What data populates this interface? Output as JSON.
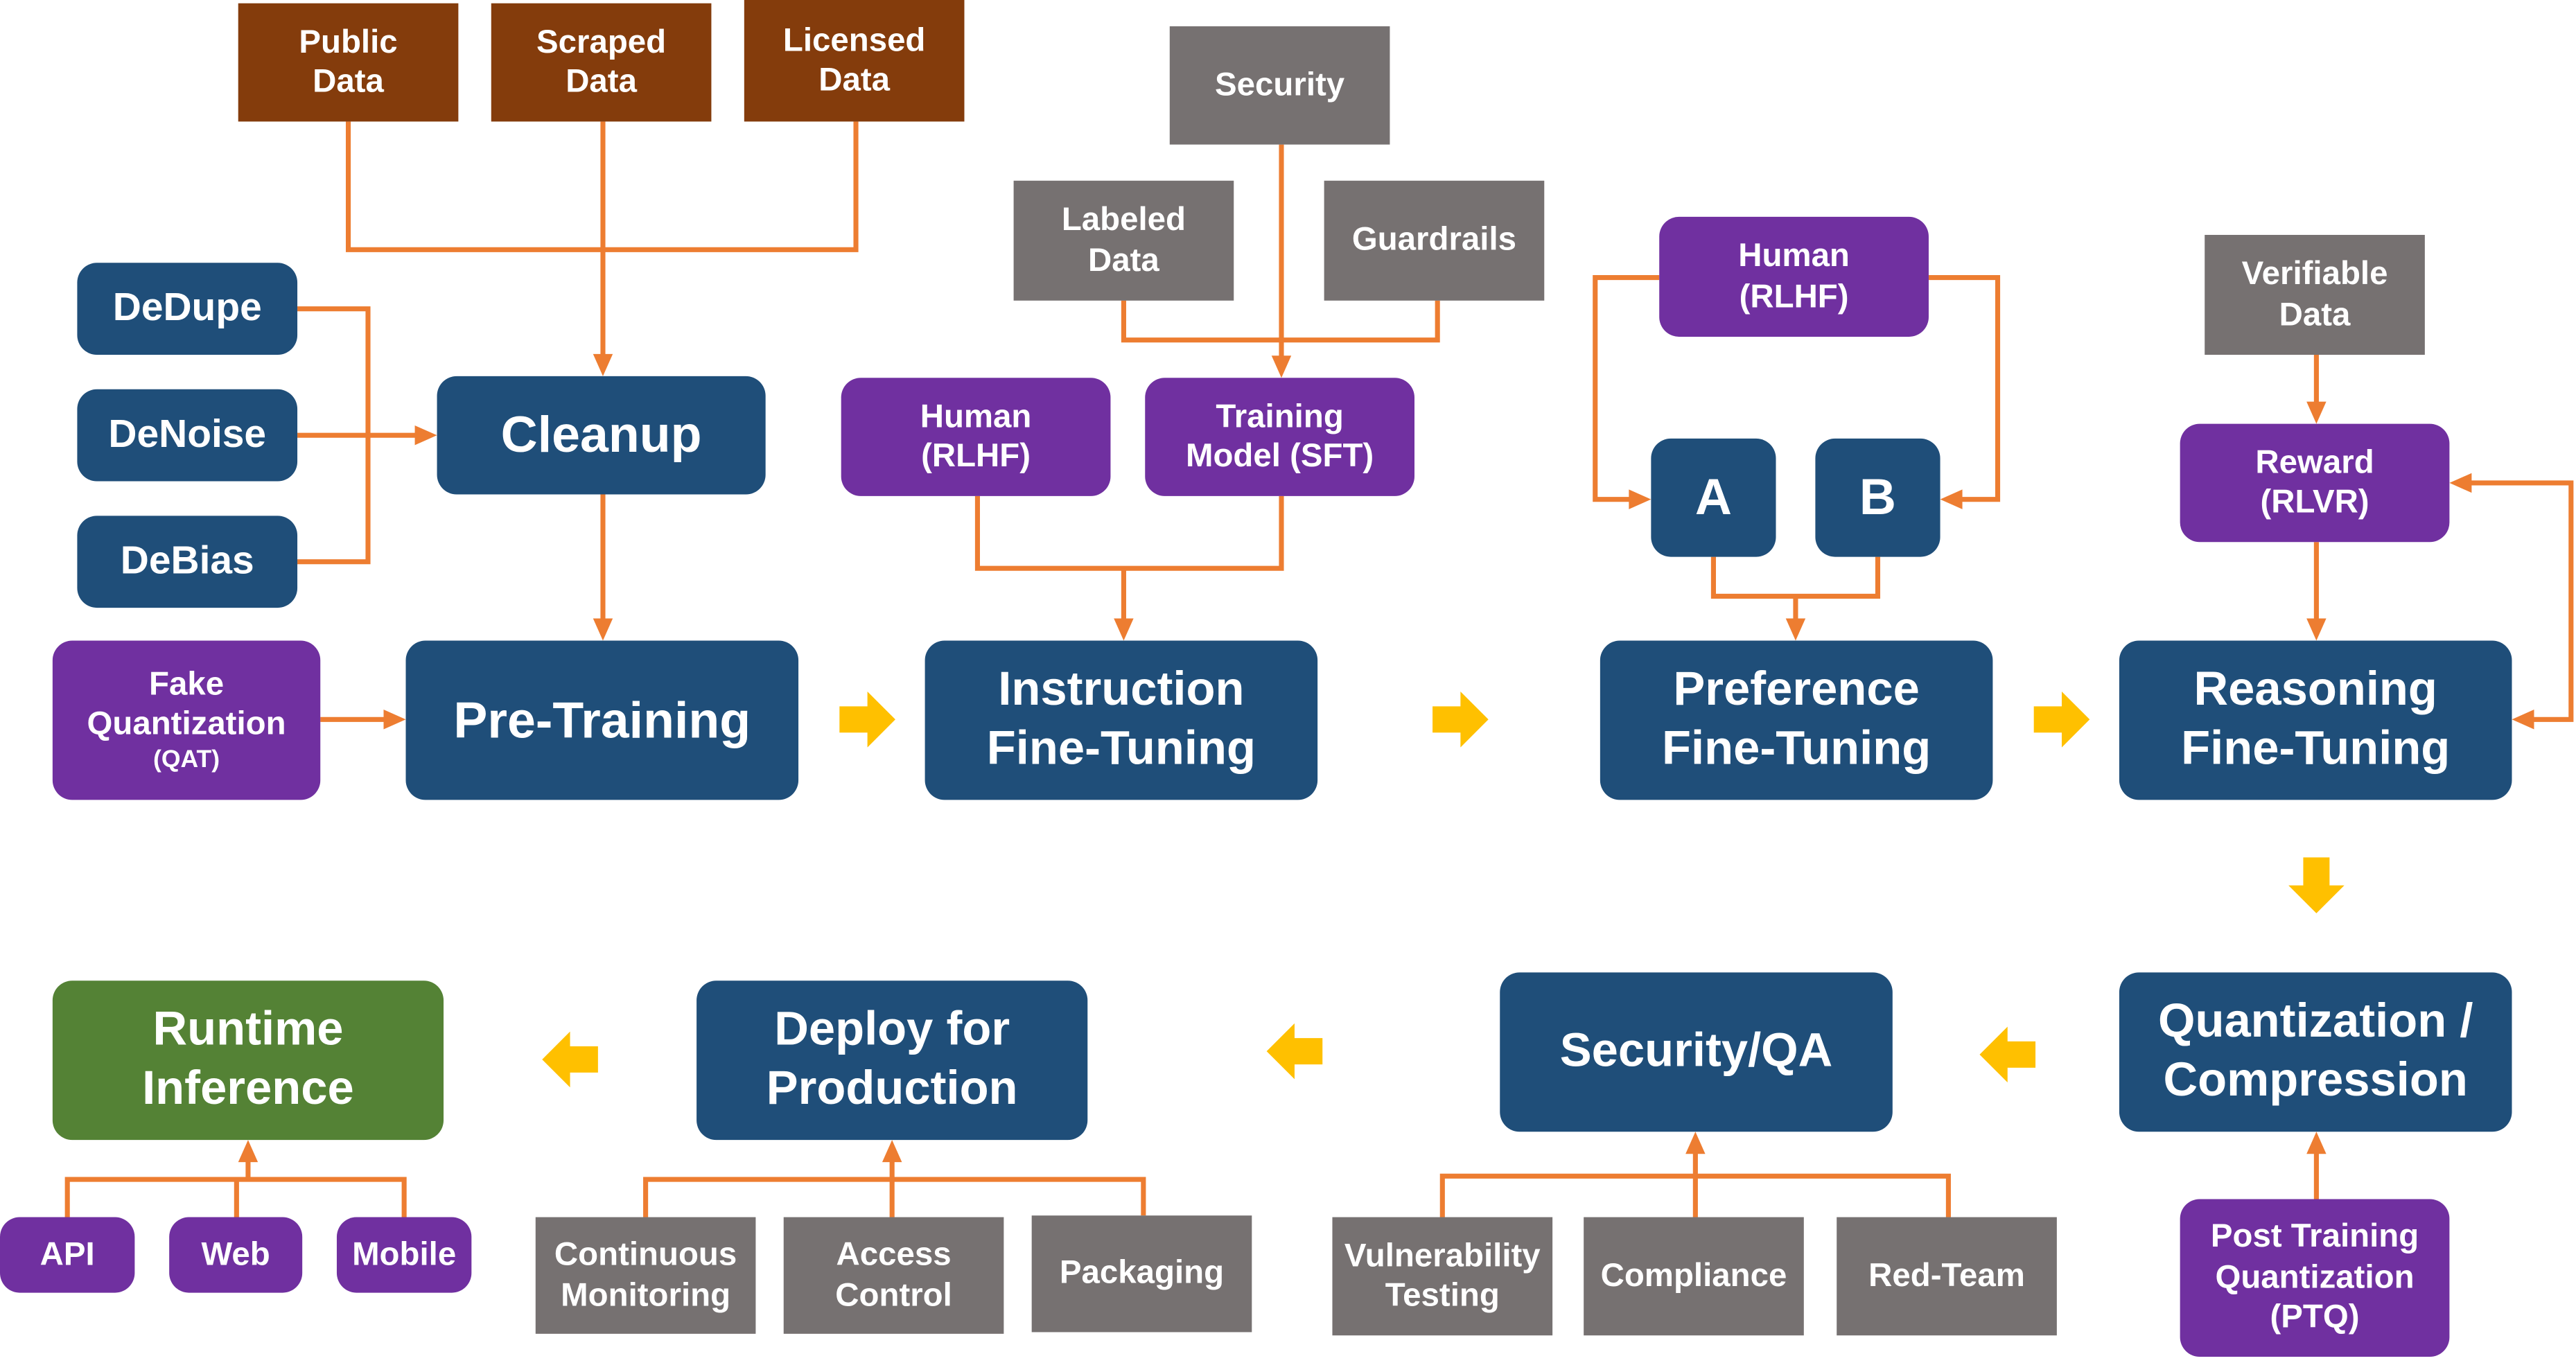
{
  "colors": {
    "data_source": "#843C0C",
    "process": "#1F4E79",
    "human_model": "#7030A0",
    "gray": "#767171",
    "runtime": "#548235",
    "connector": "#ED7D31",
    "flow_arrow": "#FFC000"
  },
  "nodes": [
    {
      "id": "public-data",
      "lines": [
        "Public",
        "Data"
      ],
      "color": "data_source"
    },
    {
      "id": "scraped-data",
      "lines": [
        "Scraped",
        "Data"
      ],
      "color": "data_source"
    },
    {
      "id": "licensed-data",
      "lines": [
        "Licensed",
        "Data"
      ],
      "color": "data_source"
    },
    {
      "id": "dedupe",
      "lines": [
        "DeDupe"
      ],
      "color": "process"
    },
    {
      "id": "denoise",
      "lines": [
        "DeNoise"
      ],
      "color": "process"
    },
    {
      "id": "debias",
      "lines": [
        "DeBias"
      ],
      "color": "process"
    },
    {
      "id": "cleanup",
      "lines": [
        "Cleanup"
      ],
      "color": "process"
    },
    {
      "id": "fake-quantization",
      "lines": [
        "Fake",
        "Quantization",
        "(QAT)"
      ],
      "color": "human_model"
    },
    {
      "id": "pre-training",
      "lines": [
        "Pre-Training"
      ],
      "color": "process"
    },
    {
      "id": "security",
      "lines": [
        "Security"
      ],
      "color": "gray"
    },
    {
      "id": "labeled-data",
      "lines": [
        "Labeled",
        "Data"
      ],
      "color": "gray"
    },
    {
      "id": "guardrails",
      "lines": [
        "Guardrails"
      ],
      "color": "gray"
    },
    {
      "id": "human-rlhf-1",
      "lines": [
        "Human",
        "(RLHF)"
      ],
      "color": "human_model"
    },
    {
      "id": "training-model",
      "lines": [
        "Training",
        "Model (SFT)"
      ],
      "color": "human_model"
    },
    {
      "id": "instruction-fine-tuning",
      "lines": [
        "Instruction",
        "Fine-Tuning"
      ],
      "color": "process"
    },
    {
      "id": "human-rlhf-2",
      "lines": [
        "Human",
        "(RLHF)"
      ],
      "color": "human_model"
    },
    {
      "id": "option-a",
      "lines": [
        "A"
      ],
      "color": "process"
    },
    {
      "id": "option-b",
      "lines": [
        "B"
      ],
      "color": "process"
    },
    {
      "id": "preference-fine-tuning",
      "lines": [
        "Preference",
        "Fine-Tuning"
      ],
      "color": "process"
    },
    {
      "id": "verifiable-data",
      "lines": [
        "Verifiable",
        "Data"
      ],
      "color": "gray"
    },
    {
      "id": "reward-rlvr",
      "lines": [
        "Reward",
        "(RLVR)"
      ],
      "color": "human_model"
    },
    {
      "id": "reasoning-fine-tuning",
      "lines": [
        "Reasoning",
        "Fine-Tuning"
      ],
      "color": "process"
    },
    {
      "id": "quantization-compression",
      "lines": [
        "Quantization /",
        "Compression"
      ],
      "color": "process"
    },
    {
      "id": "post-training-quantization",
      "lines": [
        "Post Training",
        "Quantization",
        "(PTQ)"
      ],
      "color": "human_model"
    },
    {
      "id": "security-qa",
      "lines": [
        "Security/QA"
      ],
      "color": "process"
    },
    {
      "id": "vulnerability-testing",
      "lines": [
        "Vulnerability",
        "Testing"
      ],
      "color": "gray"
    },
    {
      "id": "compliance",
      "lines": [
        "Compliance"
      ],
      "color": "gray"
    },
    {
      "id": "red-team",
      "lines": [
        "Red-Team"
      ],
      "color": "gray"
    },
    {
      "id": "deploy-for-production",
      "lines": [
        "Deploy for",
        "Production"
      ],
      "color": "process"
    },
    {
      "id": "continuous-monitoring",
      "lines": [
        "Continuous",
        "Monitoring"
      ],
      "color": "gray"
    },
    {
      "id": "access-control",
      "lines": [
        "Access",
        "Control"
      ],
      "color": "gray"
    },
    {
      "id": "packaging",
      "lines": [
        "Packaging"
      ],
      "color": "gray"
    },
    {
      "id": "runtime-inference",
      "lines": [
        "Runtime",
        "Inference"
      ],
      "color": "runtime"
    },
    {
      "id": "api",
      "lines": [
        "API"
      ],
      "color": "human_model"
    },
    {
      "id": "web",
      "lines": [
        "Web"
      ],
      "color": "human_model"
    },
    {
      "id": "mobile",
      "lines": [
        "Mobile"
      ],
      "color": "human_model"
    }
  ]
}
